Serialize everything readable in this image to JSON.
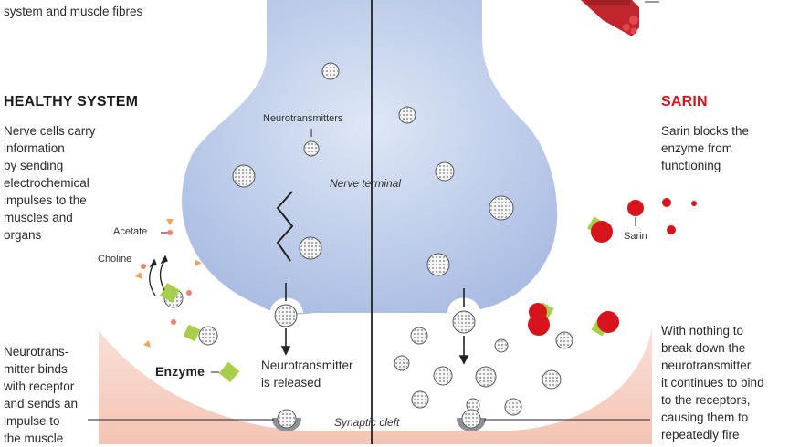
{
  "header": {
    "intro": "system and muscle fibres"
  },
  "healthy": {
    "title": "HEALTHY SYSTEM",
    "description": "Nerve cells carry\ninformation\nby sending\nelectrochemical\nimpulses to the\nmuscles and\norgans",
    "binds_note": "Neurotrans-\nmitter binds\nwith receptor\nand sends an\nimpulse to\nthe muscle"
  },
  "sarin": {
    "title": "SARIN",
    "description": "Sarin blocks the\nenzyme from\nfunctioning",
    "label": "Sarin",
    "effect_note": "With nothing to\nbreak down the\nneurotransmitter,\nit continues to bind\nto the receptors,\ncausing them to\nrepeatedly fire"
  },
  "labels": {
    "neurotransmitters": "Neurotransmitters",
    "nerve_terminal": "Nerve terminal",
    "acetate": "Acetate",
    "choline": "Choline",
    "enzyme": "Enzyme",
    "released": "Neurotransmitter\nis released",
    "synaptic_cleft": "Synaptic cleft"
  },
  "colors": {
    "heading_healthy": "#1a1a1a",
    "heading_sarin": "#d7141c",
    "terminal_fill": "#b9c8e6",
    "muscle_fill": "#f6d2c6",
    "enzyme": "#a8cf4c",
    "sarin": "#d7141c",
    "acetate": "#f2a35a",
    "receptor": "#8d9096"
  }
}
